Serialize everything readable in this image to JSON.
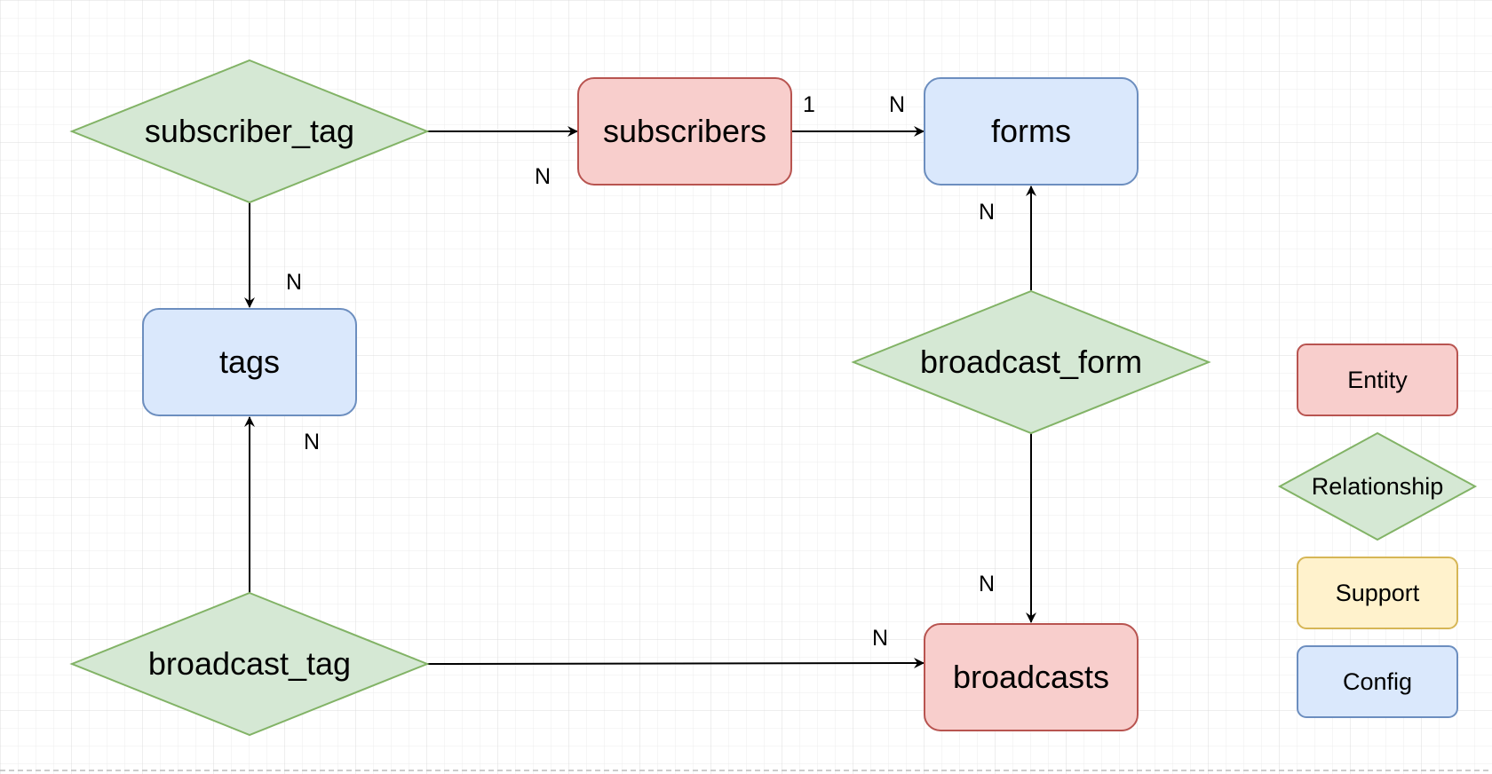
{
  "colors": {
    "entity_fill": "#f8cecc",
    "entity_stroke": "#b85450",
    "relationship_fill": "#d5e8d4",
    "relationship_stroke": "#82b366",
    "support_fill": "#fff2cc",
    "support_stroke": "#d6b656",
    "config_fill": "#dae8fc",
    "config_stroke": "#6c8ebf",
    "edge": "#000000",
    "grid": "#e6e6e6"
  },
  "diagram": {
    "nodes": {
      "subscriber_tag": "subscriber_tag",
      "subscribers": "subscribers",
      "forms": "forms",
      "tags": "tags",
      "broadcast_form": "broadcast_form",
      "broadcast_tag": "broadcast_tag",
      "broadcasts": "broadcasts"
    },
    "cardinalities": {
      "subscriber_tag_to_subscribers": "N",
      "subscribers_side_of_forms": "1",
      "forms_side_of_subscribers": "N",
      "subscriber_tag_to_tags": "N",
      "broadcast_form_to_forms": "N",
      "broadcast_tag_to_tags": "N",
      "broadcast_form_to_broadcasts": "N",
      "broadcast_tag_to_broadcasts": "N"
    }
  },
  "legend": {
    "entity": "Entity",
    "relationship": "Relationship",
    "support": "Support",
    "config": "Config"
  }
}
